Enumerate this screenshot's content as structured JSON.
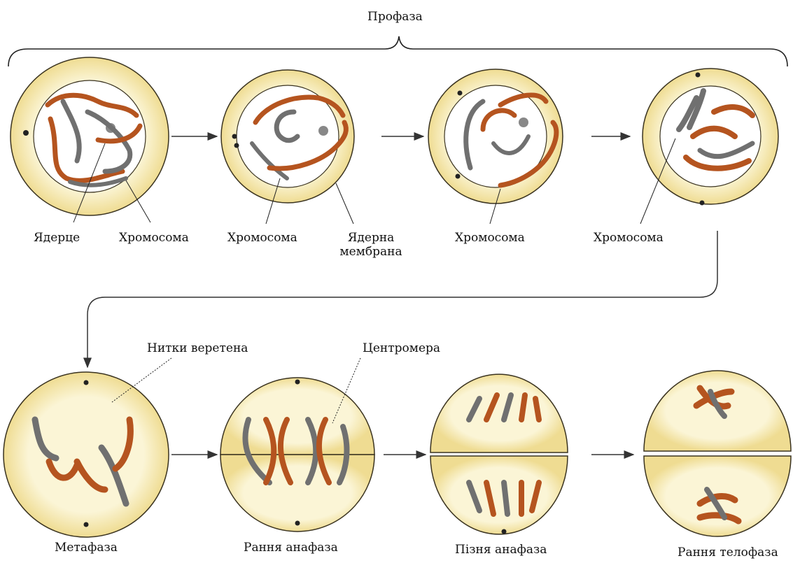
{
  "title": "Профаза",
  "labels": {
    "nucleolus": "Ядерце",
    "chromosome": "Хромосома",
    "nuclear_membrane": "Ядерна мембрана",
    "spindle_fibers": "Нитки веретена",
    "centromere": "Центромера"
  },
  "stages": [
    {
      "id": "prophase-1"
    },
    {
      "id": "prophase-2"
    },
    {
      "id": "prophase-3"
    },
    {
      "id": "prophase-4"
    },
    {
      "id": "metaphase",
      "label": "Метафаза"
    },
    {
      "id": "early-anaphase",
      "label": "Рання анафаза"
    },
    {
      "id": "late-anaphase",
      "label": "Пізня анафаза"
    },
    {
      "id": "early-telophase",
      "label": "Рання телофаза"
    }
  ],
  "colors": {
    "cytoplasm_ring": "#f3e6a6",
    "cytoplasm_inner": "#fbf5d6",
    "nucleus": "#ffffff",
    "chromosome_orange": "#b5541f",
    "chromosome_gray": "#707070",
    "outline": "#3a3320",
    "arrow": "#333333"
  }
}
